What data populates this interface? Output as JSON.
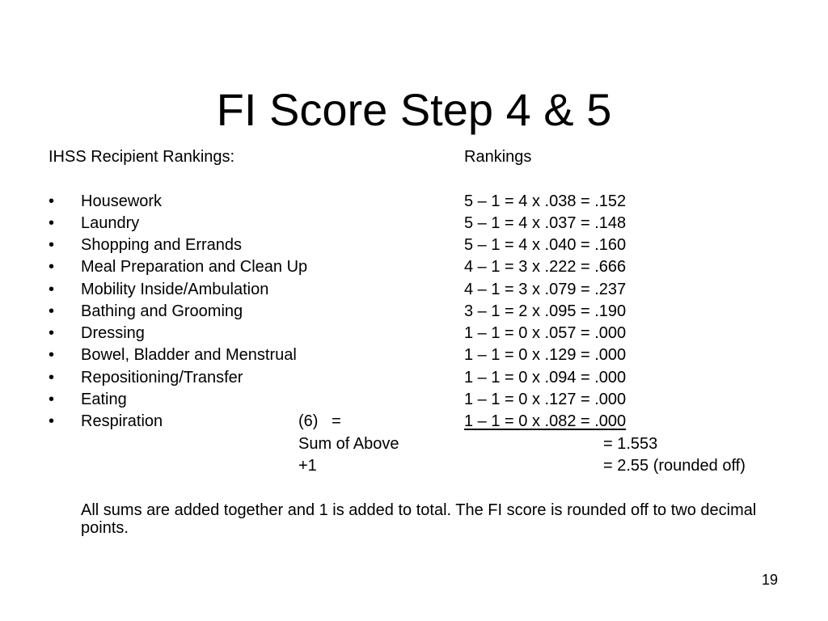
{
  "title": "FI Score Step 4 & 5",
  "header": {
    "left": "IHSS Recipient Rankings:",
    "right": "Rankings"
  },
  "bullet_char": "•",
  "items": [
    {
      "label": "Housework",
      "calc": "5 – 1 = 4 x .038 = .152"
    },
    {
      "label": "Laundry",
      "calc": "5 – 1 = 4 x .037 = .148"
    },
    {
      "label": "Shopping and Errands",
      "calc": "5 – 1 = 4 x .040 = .160"
    },
    {
      "label": "Meal  Preparation and Clean Up",
      "calc": "4 – 1 = 3 x .222 = .666"
    },
    {
      "label": "Mobility Inside/Ambulation",
      "calc": "4 – 1 = 3 x .079 = .237"
    },
    {
      "label": "Bathing and Grooming",
      "calc": "3 – 1 = 2 x .095 = .190"
    },
    {
      "label": "Dressing",
      "calc": "1 – 1 = 0 x .057 = .000"
    },
    {
      "label": "Bowel, Bladder and Menstrual",
      "calc": "1 – 1 = 0 x .129 = .000"
    },
    {
      "label": "Repositioning/Transfer",
      "calc": "1 – 1 = 0 x .094 = .000"
    },
    {
      "label": "Eating",
      "calc": "1 – 1 = 0 x .127 = .000"
    },
    {
      "label": "Respiration",
      "mid": "(6)   =",
      "calc": "1 – 1 = 0 x .082 = .000"
    }
  ],
  "totals": [
    {
      "label": "Sum of Above",
      "value": "= 1.553"
    },
    {
      "label": "+1",
      "value": "= 2.55 (rounded off)"
    }
  ],
  "note": "All sums are added together and 1 is added to total. The FI score is rounded off to two decimal points.",
  "page_number": "19"
}
